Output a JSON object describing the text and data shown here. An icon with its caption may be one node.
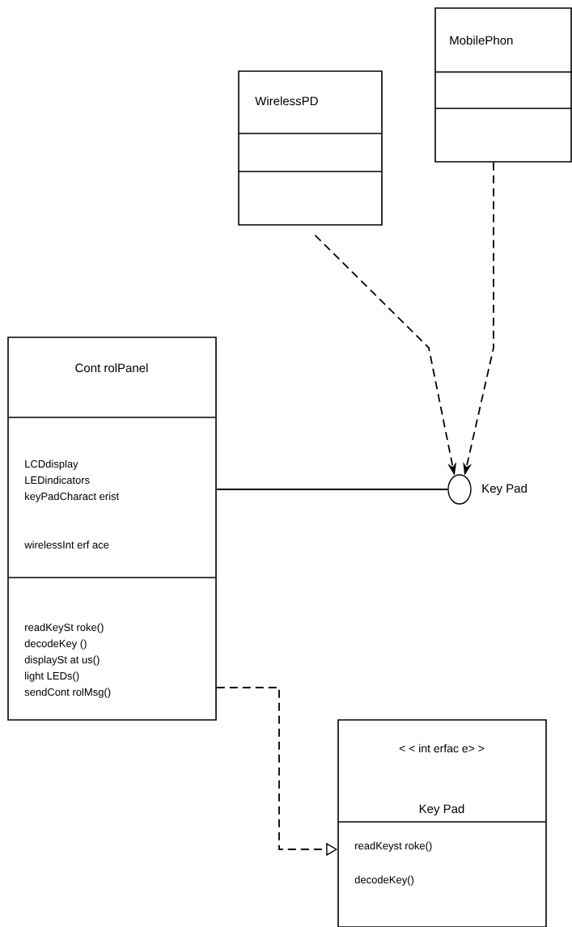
{
  "diagram": {
    "nodes": [
      {
        "text": [
          "WirelessPD"
        ]
      },
      {
        "text": [
          "MobilePhon"
        ]
      },
      {
        "text": [
          "Cont rolPanel",
          "LCDdisplay",
          "LEDindicators",
          "keyPadCharact erist",
          "wirelessInt erf ace",
          "readKeySt roke()",
          "decodeKey ()",
          "displaySt at us()",
          "light LEDs()",
          "sendCont rolMsg()"
        ]
      },
      {
        "text": [],
        "shape": "circle",
        "beside": [
          "Key Pad"
        ]
      },
      {
        "text": [
          "< < int erfac e> >",
          "Key Pad",
          "readKeyst roke()",
          "decodeKey()"
        ]
      }
    ],
    "edges": [
      {
        "from": 0,
        "to": 3,
        "arrow": "to",
        "style": "dashed"
      },
      {
        "from": 1,
        "to": 3,
        "arrow": "to",
        "style": "dashed"
      },
      {
        "from": 2,
        "to": 3,
        "arrow": "none"
      },
      {
        "from": 2,
        "to": 4,
        "arrow": "to",
        "style": "dashed"
      }
    ]
  }
}
